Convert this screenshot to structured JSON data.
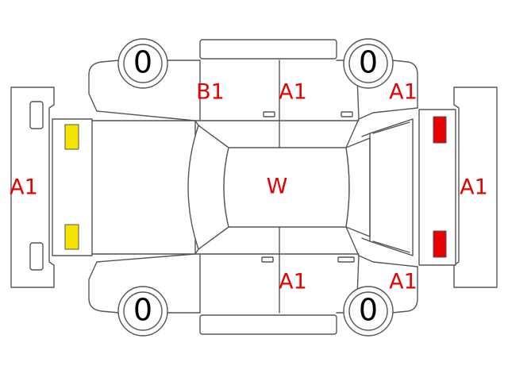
{
  "colors": {
    "label": "#e60000",
    "outline": "#555555",
    "front_lamp": "#f5e400",
    "rear_lamp": "#e60000"
  },
  "labels": {
    "front_bumper": "A1",
    "rear_bumper": "A1",
    "left_front_door": "B1",
    "left_rear_door": "A1",
    "left_rear_quarter": "A1",
    "roof": "W",
    "right_rear_door": "A1",
    "right_rear_quarter": "A1"
  },
  "tires": {
    "left_front": "0",
    "left_rear": "0",
    "right_front": "0",
    "right_rear": "0"
  }
}
